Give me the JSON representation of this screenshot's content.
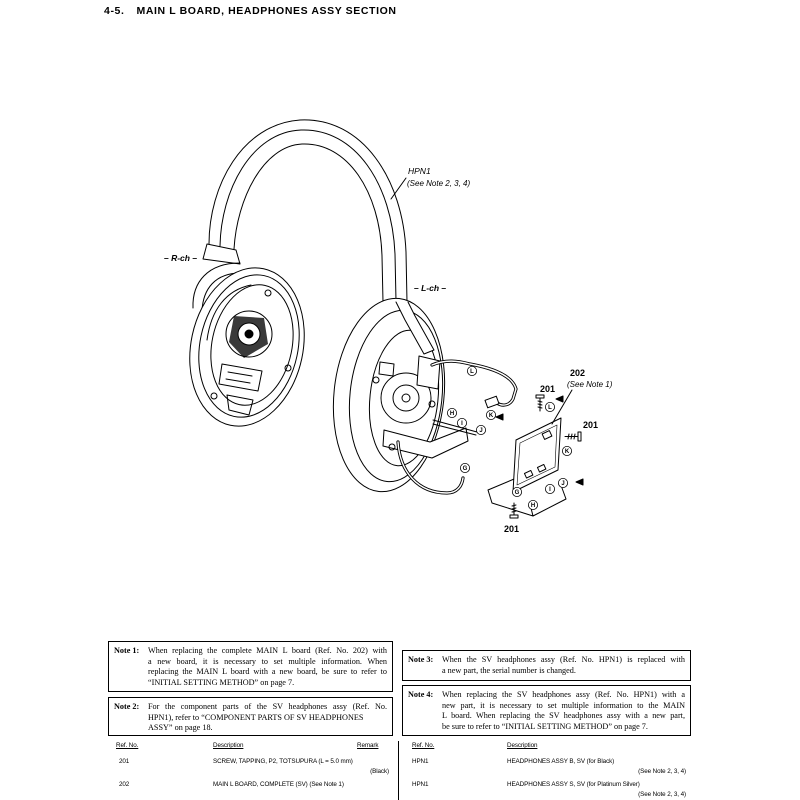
{
  "header": {
    "section_number": "4-5.",
    "title": "MAIN L BOARD, HEADPHONES ASSY SECTION"
  },
  "diagram": {
    "hpn1_ref": "HPN1",
    "hpn1_note": "(See Note 2, 3, 4)",
    "r_ch_label": "– R-ch –",
    "l_ch_label": "– L-ch –",
    "board_ref": "202",
    "board_note": "(See Note 1)",
    "screw_refs": [
      "201",
      "201",
      "201"
    ],
    "connector_marks": [
      "L",
      "K",
      "H",
      "I",
      "J",
      "G",
      "L",
      "K",
      "G",
      "H",
      "I",
      "J"
    ]
  },
  "notes": [
    {
      "label": "Note 1:",
      "lines": [
        "When replacing the complete MAIN L board (Ref. No. 202) with",
        "a new board, it is necessary to set multiple information. When",
        "replacing the MAIN L board with a new board, be sure to refer to",
        "“INITIAL SETTING METHOD” on page 7."
      ]
    },
    {
      "label": "Note 2:",
      "lines": [
        "For the component parts of the SV headphones assy (Ref. No.",
        "HPN1), refer to “COMPONENT PARTS OF SV HEADPHONES",
        "ASSY” on page 18."
      ]
    },
    {
      "label": "Note 3:",
      "lines": [
        "When the SV headphones assy (Ref. No. HPN1) is replaced with",
        "a new part, the serial number is changed."
      ]
    },
    {
      "label": "Note 4:",
      "lines": [
        "When replacing the SV headphones assy (Ref. No. HPN1) with a",
        "new part, it is necessary to set multiple information to the MAIN",
        "L board. When replacing the SV headphones assy with a new part,",
        "be sure to refer to “INITIAL SETTING METHOD” on page 7."
      ]
    }
  ],
  "parts_list": {
    "left": {
      "headers": {
        "ref": "Ref. No.",
        "description": "Description",
        "remark": "Remark"
      },
      "rows": [
        {
          "ref": "201",
          "description": "SCREW, TAPPING, P2, TOTSUPURA (L = 5.0 mm)",
          "remark": "(Black)"
        },
        {
          "ref": "202",
          "description": "MAIN L BOARD, COMPLETE (SV) (See Note 1)"
        }
      ]
    },
    "right": {
      "headers": {
        "ref": "Ref. No.",
        "description": "Description"
      },
      "rows": [
        {
          "ref": "HPN1",
          "description": "HEADPHONES ASSY B, SV (for Black)",
          "remark": "(See Note 2, 3, 4)"
        },
        {
          "ref": "HPN1",
          "description": "HEADPHONES ASSY S, SV (for Platinum Silver)",
          "remark": "(See Note 2, 3, 4)"
        }
      ]
    }
  }
}
